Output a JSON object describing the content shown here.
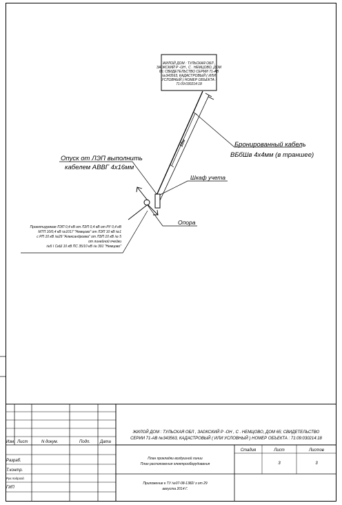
{
  "object_box": {
    "lines": [
      "ЖИЛОЙ ДОМ : ТУЛЬСКАЯ ОБЛ ,",
      "ЗАОКСКИЙ Р -ОН , С . НЕМЦОВО, ДОМ",
      "65; СВИДЕТЕЛЬСТВО СЕРИИ 71-АВ",
      "№343563, КАДАСТРОВЫЙ ( ИЛИ",
      "УСЛОВНЫЙ ) НОМЕР ОБЪЕКТА :",
      "71:09:030214:18"
    ]
  },
  "labels": {
    "distance": "10м",
    "cable": [
      "Бронированный кабель",
      "ВБбШв 4х4мм (в траншее)"
    ],
    "descent": [
      "Опуск от ЛЭП выполнить",
      "кабелем АВВГ 4х16мм"
    ],
    "meter_cabinet": "Шкаф учета",
    "pole": "Опора",
    "line_note": [
      "Проектируемая ЛЭП 0,4 кВ от ЛЭП 0,4 кВ от РУ 0,4 кВ",
      "МТП 10/0,4 кВ №1017 \"Немцово\" от ЛЭП 10 кВ №1",
      "с РП 10 кВ №29 \"Александровка\" от ЛЭП 10 кВ № 5",
      "от линейной ячейки",
      "№5 I СкШ 10 кВ ПС 35/10 кВ № 391 \"Немцово\""
    ]
  },
  "title_block": {
    "headers": [
      "Изм.",
      "Лист",
      "N докум.",
      "Подп.",
      "Дата"
    ],
    "roles": [
      "Разраб.",
      "Т.контр.",
      "Рук.подразд.",
      "ГИП"
    ],
    "project": [
      "ЖИЛОЙ ДОМ : ТУЛЬСКАЯ ОБЛ , ЗАОКСКИЙ Р -ОН , С . НЕМЦОВО, ДОМ  65; СВИДЕТЕЛЬСТВО",
      "СЕРИИ 71-АВ №343563, КАДАСТРОВЫЙ ( ИЛИ УСЛОВНЫЙ ) НОМЕР ОБЪЕКТА : 71:09:030214:18"
    ],
    "sheet_title": [
      "План прокладки воздушной линии",
      "План расположения электрооборудования"
    ],
    "appendix": [
      "Приложение к ТУ №07-08-1382/ з от 29",
      "августа 2014 Г."
    ],
    "stage_label": "Стадия",
    "sheet_label": "Лист",
    "sheets_label": "Листов",
    "stage_value": "",
    "sheet_value": "3",
    "sheets_value": "3"
  }
}
